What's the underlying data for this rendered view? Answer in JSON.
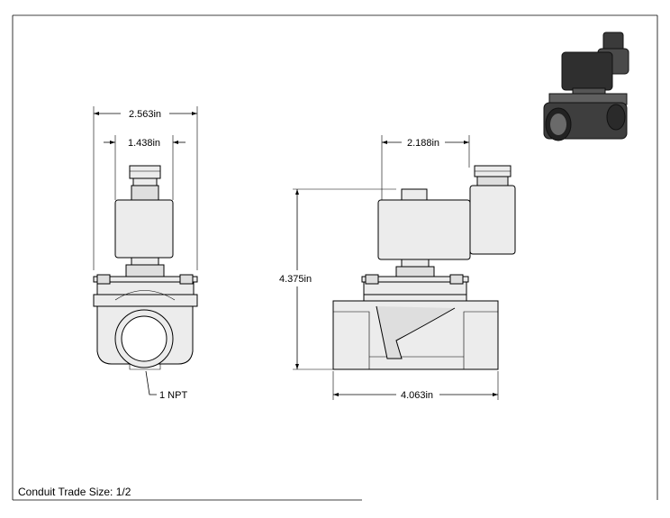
{
  "dimensions": {
    "front_width": "2.563in",
    "front_coil_width": "1.438in",
    "side_coil_offset": "2.188in",
    "height": "4.375in",
    "length": "4.063in"
  },
  "port_label": "1 NPT",
  "conduit_note": "Conduit Trade Size: 1/2",
  "colors": {
    "line": "#000000",
    "fill": "#ececec",
    "iso_dark": "#3a3a3a"
  }
}
